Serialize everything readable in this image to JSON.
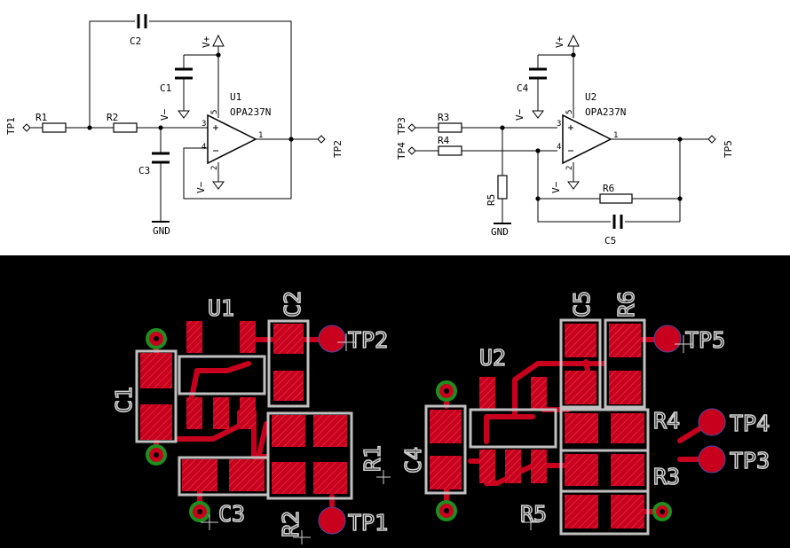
{
  "schematic": {
    "left": {
      "c2": "C2",
      "c1": "C1",
      "c3": "C3",
      "r1": "R1",
      "r2": "R2",
      "u1": "U1",
      "u1_part": "OPA237N",
      "vplus": "V+",
      "vminus_in": "V−",
      "vminus_bot": "V−",
      "tp1": "TP1",
      "tp2": "TP2",
      "gnd": "GND",
      "pin3": "3",
      "pin4": "4",
      "pin5": "5",
      "pin2": "2",
      "pin1": "1"
    },
    "right": {
      "c4": "C4",
      "c5": "C5",
      "r3": "R3",
      "r4": "R4",
      "r5": "R5",
      "r6": "R6",
      "u2": "U2",
      "u2_part": "OPA237N",
      "vplus": "V+",
      "vminus_in": "V−",
      "vminus_bot": "V−",
      "tp3": "TP3",
      "tp4": "TP4",
      "tp5": "TP5",
      "gnd": "GND",
      "pin3": "3",
      "pin4": "4",
      "pin5": "5",
      "pin2": "2",
      "pin1": "1"
    }
  },
  "pcb": {
    "u1": "U1",
    "c2": "C2",
    "tp2": "TP2",
    "c1": "C1",
    "r1": "R1",
    "c3": "C3",
    "r2": "R2",
    "tp1": "TP1",
    "u2": "U2",
    "c5": "C5",
    "r6": "R6",
    "tp5": "TP5",
    "c4": "C4",
    "r4": "R4",
    "tp4": "TP4",
    "tp3": "TP3",
    "r3": "R3",
    "r5": "R5"
  },
  "colors": {
    "pad": "#c8001e",
    "trace": "#c8001e",
    "outline": "#c0c0c0",
    "via_ring": "#1e8f1e",
    "pcb_background": "#000000"
  }
}
